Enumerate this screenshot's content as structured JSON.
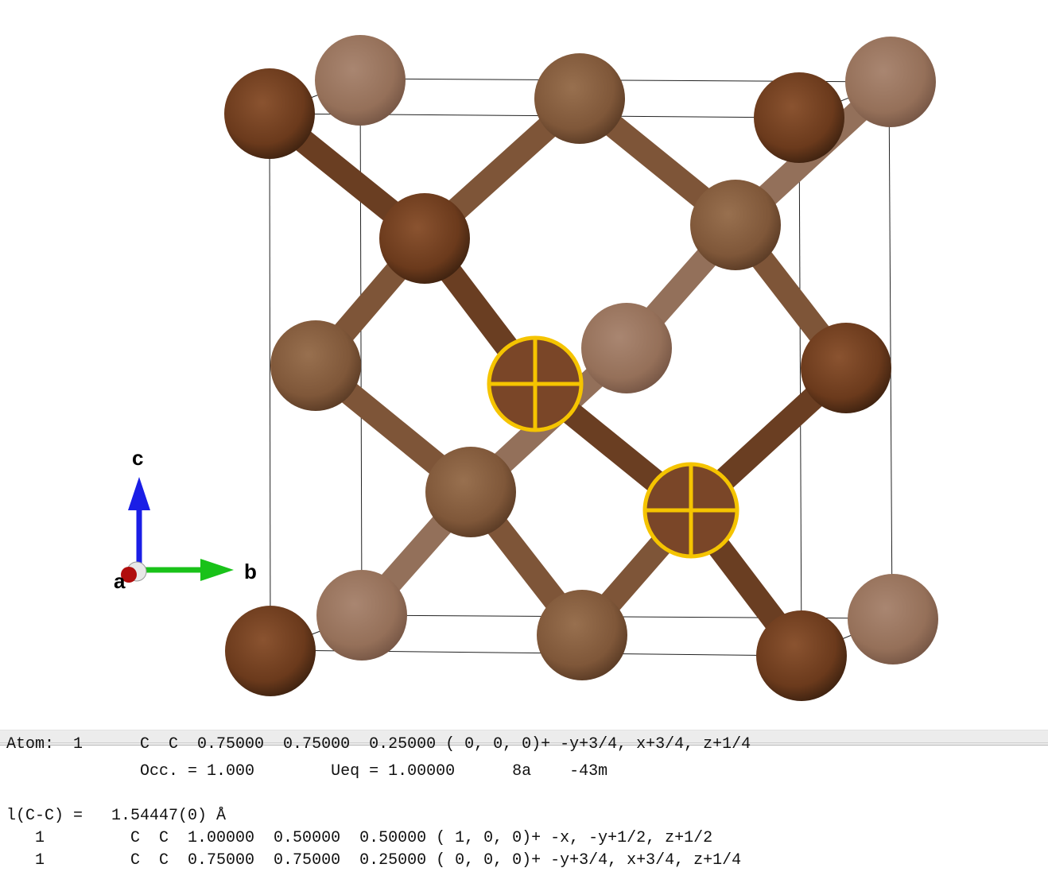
{
  "axes": {
    "a": "a",
    "b": "b",
    "c": "c"
  },
  "colors": {
    "atom_dark": "#6e3c1d",
    "atom_mid": "#84583a",
    "atom_back": "#9a7560",
    "bond": "#7a4c30",
    "selection": "#f5c400",
    "axis_a": "#c01010",
    "axis_b": "#19c219",
    "axis_c": "#1a1ee6"
  },
  "output": {
    "lines": [
      "Atom:  1      C  C  0.75000  0.75000  0.25000 ( 0, 0, 0)+ -y+3/4, x+3/4, z+1/4",
      "              Occ. = 1.000        Ueq = 1.00000      8a    -43m",
      "l(C-C) =   1.54447(0) Å",
      "   1         C  C  1.00000  0.50000  0.50000 ( 1, 0, 0)+ -x, -y+1/2, z+1/2",
      "   1         C  C  0.75000  0.75000  0.25000 ( 0, 0, 0)+ -y+3/4, x+3/4, z+1/4"
    ]
  }
}
